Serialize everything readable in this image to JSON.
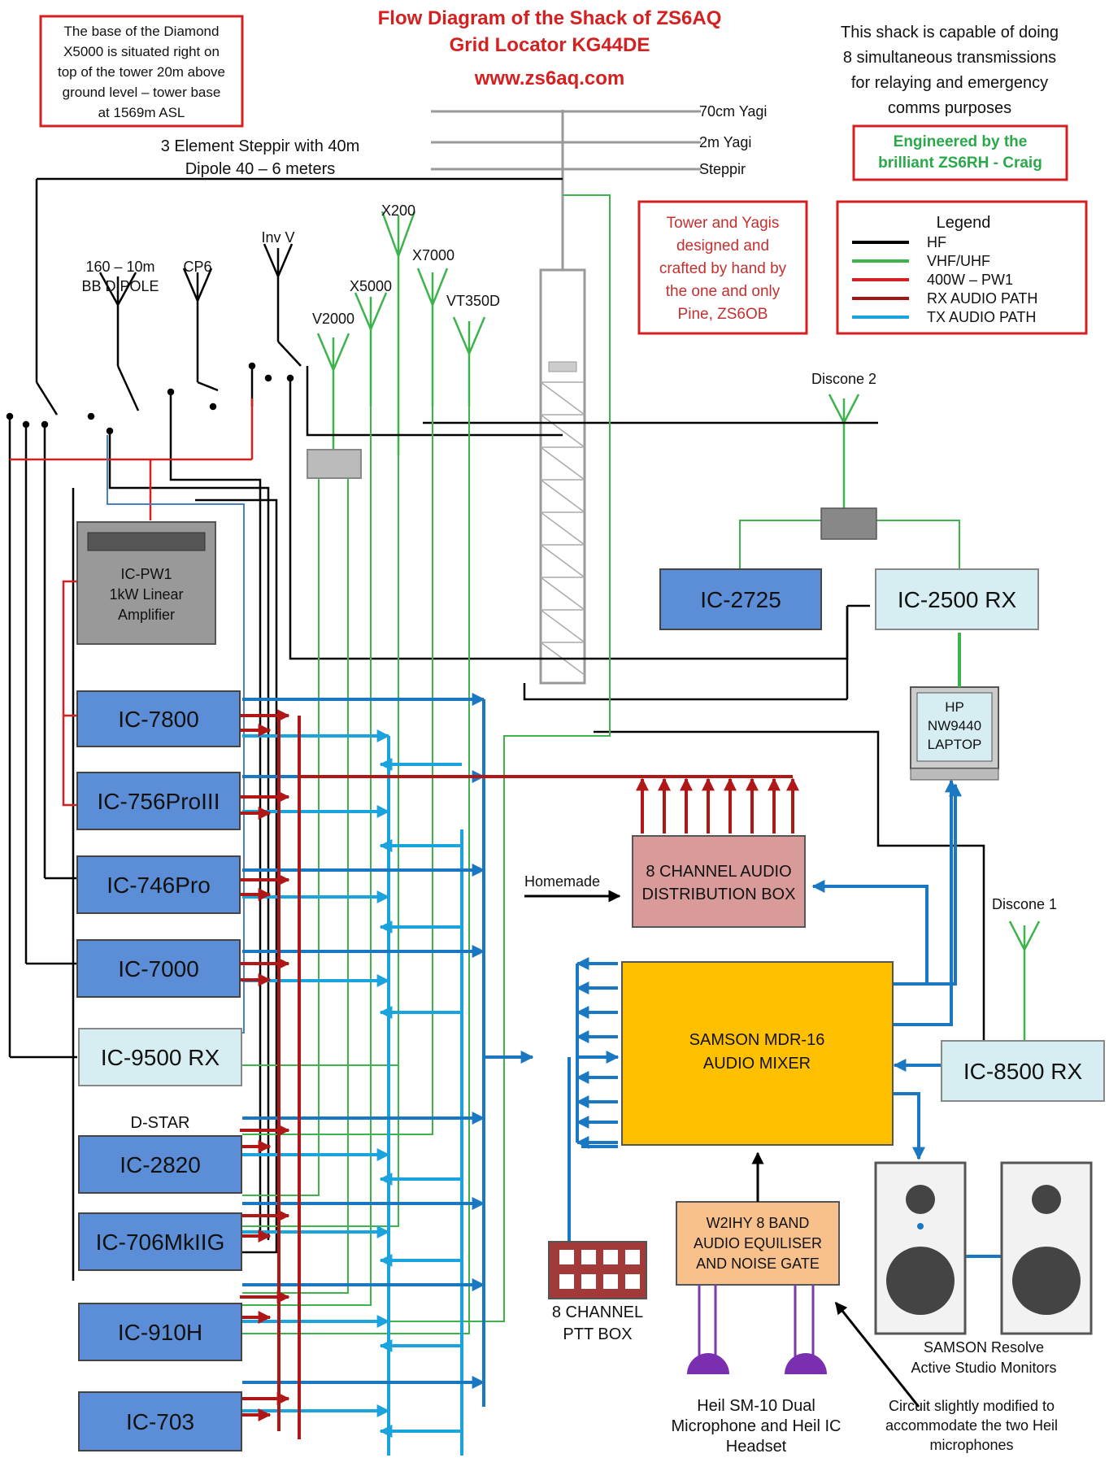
{
  "header": {
    "title_line1": "Flow Diagram of the Shack of ZS6AQ",
    "title_line2": "Grid Locator KG44DE",
    "title_line3": "www.zs6aq.com"
  },
  "notes": {
    "diamond": [
      "The base of the Diamond",
      "X5000 is situated right on",
      "top of the tower 20m above",
      "ground level – tower base",
      "at 1569m ASL"
    ],
    "capability": [
      "This shack is capable of doing",
      "8 simultaneous transmissions",
      "for relaying and emergency",
      "comms purposes"
    ],
    "engineered": [
      "Engineered by the",
      "brilliant ZS6RH - Craig"
    ],
    "tower": [
      "Tower and Yagis",
      "designed and",
      "crafted by hand by",
      "the one and only",
      "Pine, ZS6OB"
    ],
    "steppir": [
      "3 Element Steppir with 40m",
      "Dipole 40 – 6 meters"
    ],
    "homemade": "Homemade",
    "circuit": [
      "Circuit slightly modified to",
      "accommodate the two Heil",
      "microphones"
    ]
  },
  "legend": {
    "title": "Legend",
    "items": [
      {
        "label": "HF",
        "color": "#000000"
      },
      {
        "label": "VHF/UHF",
        "color": "#3cb44b"
      },
      {
        "label": "400W – PW1",
        "color": "#d42020"
      },
      {
        "label": "RX AUDIO PATH",
        "color": "#a31515"
      },
      {
        "label": "TX AUDIO PATH",
        "color": "#1aa3dc"
      }
    ]
  },
  "antennas": {
    "yagi70": "70cm Yagi",
    "yagi2m": "2m Yagi",
    "steppir": "Steppir",
    "bbdipole": [
      "160 – 10m",
      "BB DIPOLE"
    ],
    "cp6": "CP6",
    "invv": "Inv V",
    "x200": "X200",
    "x7000": "X7000",
    "x5000": "X5000",
    "vt350d": "VT350D",
    "v2000": "V2000",
    "discone2": "Discone 2",
    "discone1": "Discone 1"
  },
  "radios": {
    "ic7800": "IC-7800",
    "ic756": "IC-756ProIII",
    "ic746": "IC-746Pro",
    "ic7000": "IC-7000",
    "ic9500": "IC-9500 RX",
    "dstar": "D-STAR",
    "ic2820": "IC-2820",
    "ic706": "IC-706MkIIG",
    "ic910": "IC-910H",
    "ic703": "IC-703",
    "ic2725": "IC-2725",
    "ic2500": "IC-2500 RX",
    "ic8500": "IC-8500 RX"
  },
  "devices": {
    "amp": [
      "IC-PW1",
      "1kW Linear",
      "Amplifier"
    ],
    "laptop": [
      "HP",
      "NW9440",
      "LAPTOP"
    ],
    "distbox": [
      "8 CHANNEL AUDIO",
      "DISTRIBUTION BOX"
    ],
    "mixer": [
      "SAMSON MDR-16",
      "AUDIO MIXER"
    ],
    "ptt": [
      "8 CHANNEL",
      "PTT BOX"
    ],
    "eq": [
      "W2IHY 8 BAND",
      "AUDIO EQUILISER",
      "AND NOISE GATE"
    ],
    "mic": [
      "Heil SM-10 Dual",
      "Microphone and Heil IC",
      "Headset"
    ],
    "monitors": [
      "SAMSON Resolve",
      "Active Studio Monitors"
    ]
  },
  "colors": {
    "hf": "#000000",
    "vhf": "#3cb44b",
    "pw1": "#d42020",
    "rx_audio": "#a31515",
    "tx_audio": "#1aa3dc",
    "radio_fill": "#5b8ed6",
    "rx_radio_fill": "#d6eef2",
    "mixer_fill": "#ffc000",
    "distbox_fill": "#d99a9a",
    "eq_fill": "#f8c08a"
  }
}
